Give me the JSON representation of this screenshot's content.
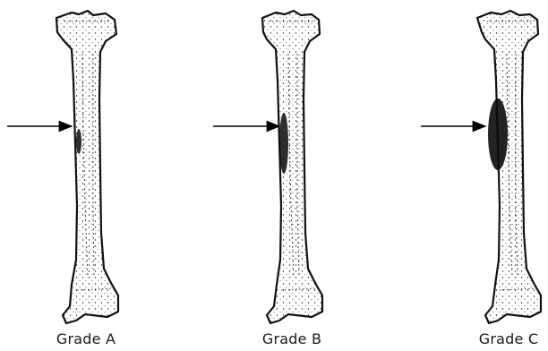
{
  "figure": {
    "panels": [
      {
        "label": "Grade A",
        "lesion": "small"
      },
      {
        "label": "Grade B",
        "lesion": "medium"
      },
      {
        "label": "Grade C",
        "lesion": "large"
      }
    ]
  }
}
